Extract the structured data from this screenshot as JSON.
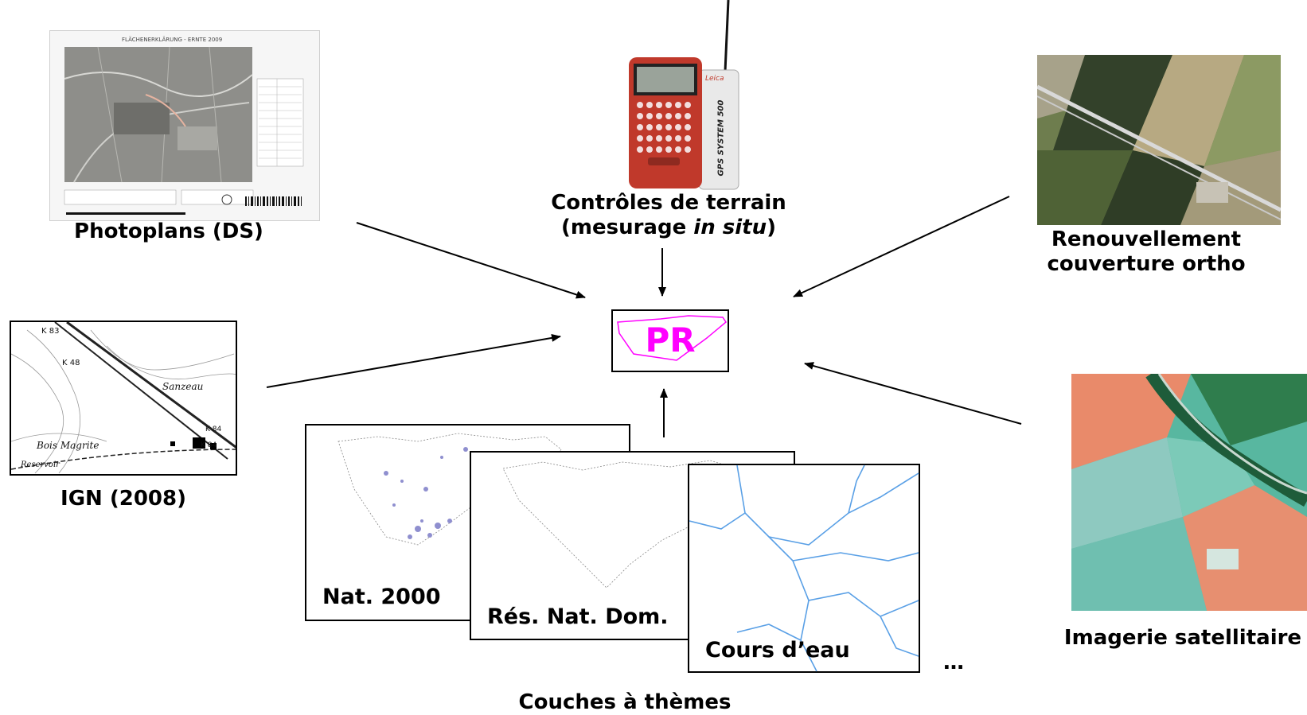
{
  "center": {
    "label": "PR",
    "color": "#ff00ff"
  },
  "sources": {
    "photoplans": {
      "label": "Photoplans (DS)"
    },
    "terrain": {
      "label_prefix": "Contrôles de terrain",
      "label_open": "(mesurage ",
      "label_italic": "in situ",
      "label_close": ")"
    },
    "ortho": {
      "label_line1": "Renouvellement",
      "label_line2": "couverture ortho"
    },
    "ign": {
      "label": "IGN (2008)",
      "map_labels": [
        "K 83",
        "K 48",
        "Sanzeau",
        "Bois Magrite",
        "K 84",
        "K 84",
        "Reservoir"
      ]
    },
    "satellite": {
      "label": "Imagerie satellitaire"
    },
    "layers": {
      "label": "Couches à thèmes",
      "items": [
        "Nat. 2000",
        "Rés. Nat. Dom.",
        "Cours d’eau"
      ],
      "more": "…"
    },
    "gps_device": {
      "brand": "Leica",
      "model": "GPS SYSTEM 500"
    },
    "photoplan_doc": {
      "title": "FLÄCHENERKLÄRUNG - ERNTE 2009"
    }
  }
}
